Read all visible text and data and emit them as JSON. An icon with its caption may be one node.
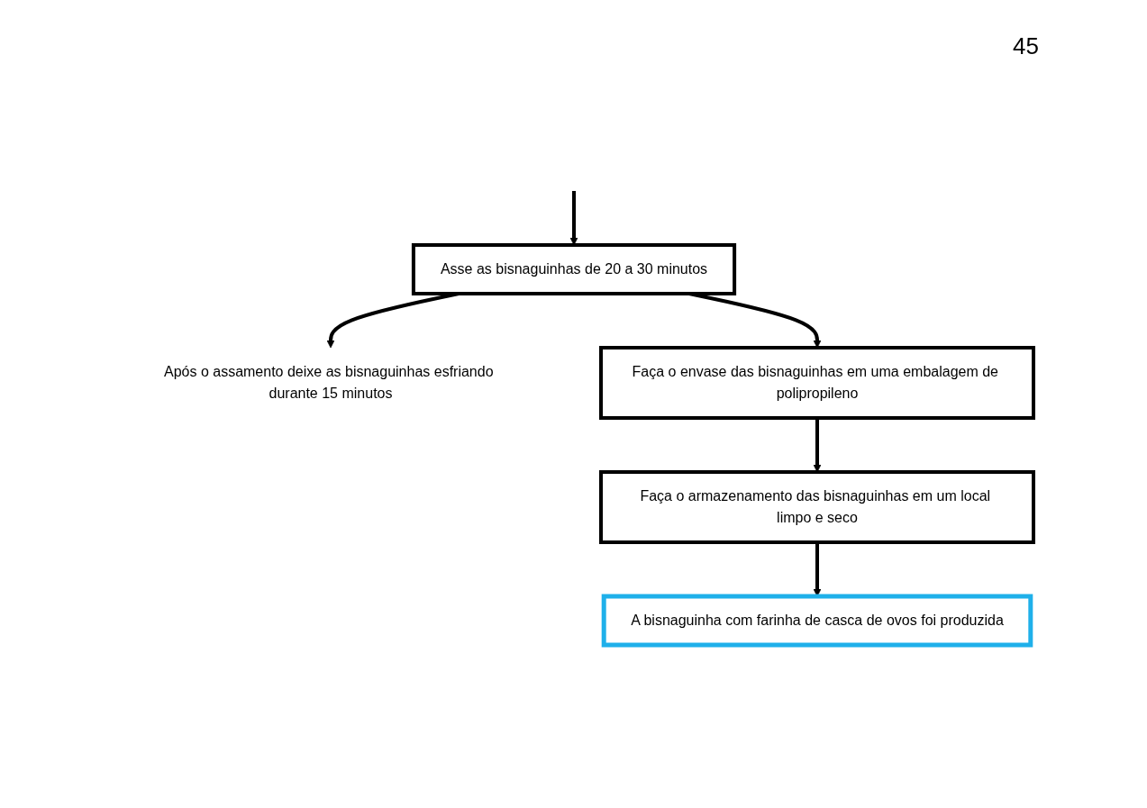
{
  "diagram": {
    "nodes": [
      {
        "text": [
          "Asse as bisnaguinhas de 20 a 30 minutos"
        ]
      },
      {
        "text": [
          "Após o assamento deixe as bisnaguinhas esfriando durante 15 minutos"
        ]
      },
      {
        "text": [
          "Faça o envase das bisnaguinhas em uma embalagem de polipropileno"
        ]
      },
      {
        "text": [
          "Faça o armazenamento das bisnaguinhas em um local limpo e seco"
        ]
      },
      {
        "text": [
          "A bisnaguinha com farinha de casca de ovos foi produzida"
        ]
      }
    ],
    "edges": [
      {
        "from": null,
        "to": 0,
        "arrow": "to"
      },
      {
        "from": 0,
        "to": 1,
        "arrow": "to"
      },
      {
        "from": 0,
        "to": 2,
        "arrow": "to"
      },
      {
        "from": 2,
        "to": 3,
        "arrow": "to"
      },
      {
        "from": 3,
        "to": 4,
        "arrow": "to"
      }
    ],
    "labels": [
      "45"
    ]
  }
}
